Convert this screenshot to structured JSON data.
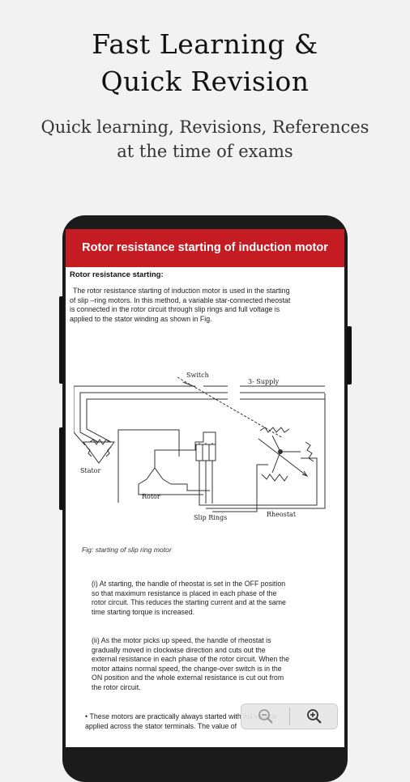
{
  "hero": {
    "title_line1": "Fast Learning &",
    "title_line2": "Quick Revision",
    "subtitle_line1": "Quick learning, Revisions, References",
    "subtitle_line2": "at the time of exams"
  },
  "article": {
    "header_title": "Rotor resistance starting of induction motor",
    "section_title": "Rotor resistance starting:",
    "intro": "The rotor resistance starting of induction motor is used in the starting of slip –ring motors. In this method, a variable star-connected rheostat is connected in the rotor circuit through slip rings and full voltage is applied to the stator winding as shown in Fig.",
    "figure_caption": "Fig: starting of slip ring motor",
    "point1": "(i) At starting, the handle of rheostat is set in the OFF position so that maximum resistance is placed in each phase of the rotor circuit. This reduces the starting current and at the same time starting torque is increased.",
    "point2": "(ii) As the motor picks up speed, the handle of rheostat is gradually moved in clockwise direction and cuts out the external resistance in each phase of the rotor circuit. When the motor attains normal speed, the change-over switch is in the ON position and the whole external resistance is cut out from the rotor circuit.",
    "bullet": "These motors are practically always started with full voltage applied across the stator terminals. The value of"
  },
  "diagram": {
    "switch_label": "Switch",
    "supply_label": "3-   Supply",
    "stator_label": "Stator",
    "rotor_label": "Rotor",
    "slip_rings_label": "Slip Rings",
    "rheostat_label": "Rheostat"
  },
  "zoom": {
    "out_icon": "zoom-out-icon",
    "in_icon": "zoom-in-icon"
  },
  "colors": {
    "header_bg": "#c41c22",
    "page_bg": "#f2f2f2",
    "phone_frame": "#1b1b1b"
  }
}
